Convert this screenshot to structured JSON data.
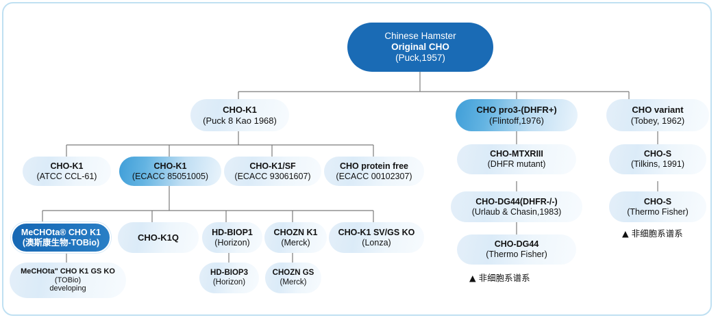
{
  "diagram": {
    "title_note_symbol": "▲",
    "nodes": [
      {
        "id": "root",
        "l1": "Chinese Hamster",
        "l2": "Original CHO",
        "l3": "(Puck,1957)"
      },
      {
        "id": "chok1_puck",
        "l1": "CHO-K1",
        "l2": "(Puck 8 Kao 1968)"
      },
      {
        "id": "cho_pro3",
        "l1": "CHO pro3-(DHFR+)",
        "l2": "(Flintoff,1976)"
      },
      {
        "id": "cho_variant",
        "l1": "CHO variant",
        "l2": "(Tobey, 1962)"
      },
      {
        "id": "chok1_atcc",
        "l1": "CHO-K1",
        "l2": "(ATCC CCL-61)"
      },
      {
        "id": "chok1_ecacc",
        "l1": "CHO-K1",
        "l2": "(ECACC 85051005)"
      },
      {
        "id": "chok1_sf",
        "l1": "CHO-K1/SF",
        "l2": "(ECACC 93061607)"
      },
      {
        "id": "cho_pf",
        "l1": "CHO protein free",
        "l2": "(ECACC 00102307)"
      },
      {
        "id": "mechota",
        "l1": "MeCHOta® CHO K1",
        "l2": "(澳斯康生物-TOBio)"
      },
      {
        "id": "chok1q",
        "l1": "CHO-K1Q"
      },
      {
        "id": "hdbiop1",
        "l1": "HD-BIOP1",
        "l2": "(Horizon)"
      },
      {
        "id": "chozn_k1",
        "l1": "CHOZN K1",
        "l2": "(Merck)"
      },
      {
        "id": "chok1_svgs",
        "l1": "CHO-K1 SV/GS KO",
        "l2": "(Lonza)"
      },
      {
        "id": "mechota_gs",
        "l1": "MeCHOta\" CHO K1 GS KO",
        "l2": "(TOBio)",
        "l3": "developing"
      },
      {
        "id": "hdbiop3",
        "l1": "HD-BIOP3",
        "l2": "(Horizon)"
      },
      {
        "id": "chozn_gs",
        "l1": "CHOZN GS",
        "l2": "(Merck)"
      },
      {
        "id": "cho_mtx",
        "l1": "CHO-MTXRIII",
        "l2": "(DHFR mutant)"
      },
      {
        "id": "cho_dg44",
        "l1": "CHO-DG44(DHFR-/-)",
        "l2": "(Urlaub & Chasin,1983)"
      },
      {
        "id": "cho_dg44_tf",
        "l1": "CHO-DG44",
        "l2": "(Thermo Fisher)"
      },
      {
        "id": "chos_tilkins",
        "l1": "CHO-S",
        "l2": "(Tilkins, 1991)"
      },
      {
        "id": "chos_tf",
        "l1": "CHO-S",
        "l2": "(Thermo Fisher)"
      }
    ],
    "notes": [
      {
        "id": "note_dg44",
        "text": "▲ 非细胞系谱系"
      },
      {
        "id": "note_chos",
        "text": "▲ 非细胞系谱系"
      }
    ],
    "colors": {
      "root_fill": "#1a6bb5",
      "accent_fill": "#1f73bd",
      "mid_gradient_start": "#3f9ed8",
      "pale_fill": "#e4eff9",
      "frame_border": "#bfe0f2",
      "connector": "#7a7a7a"
    }
  }
}
